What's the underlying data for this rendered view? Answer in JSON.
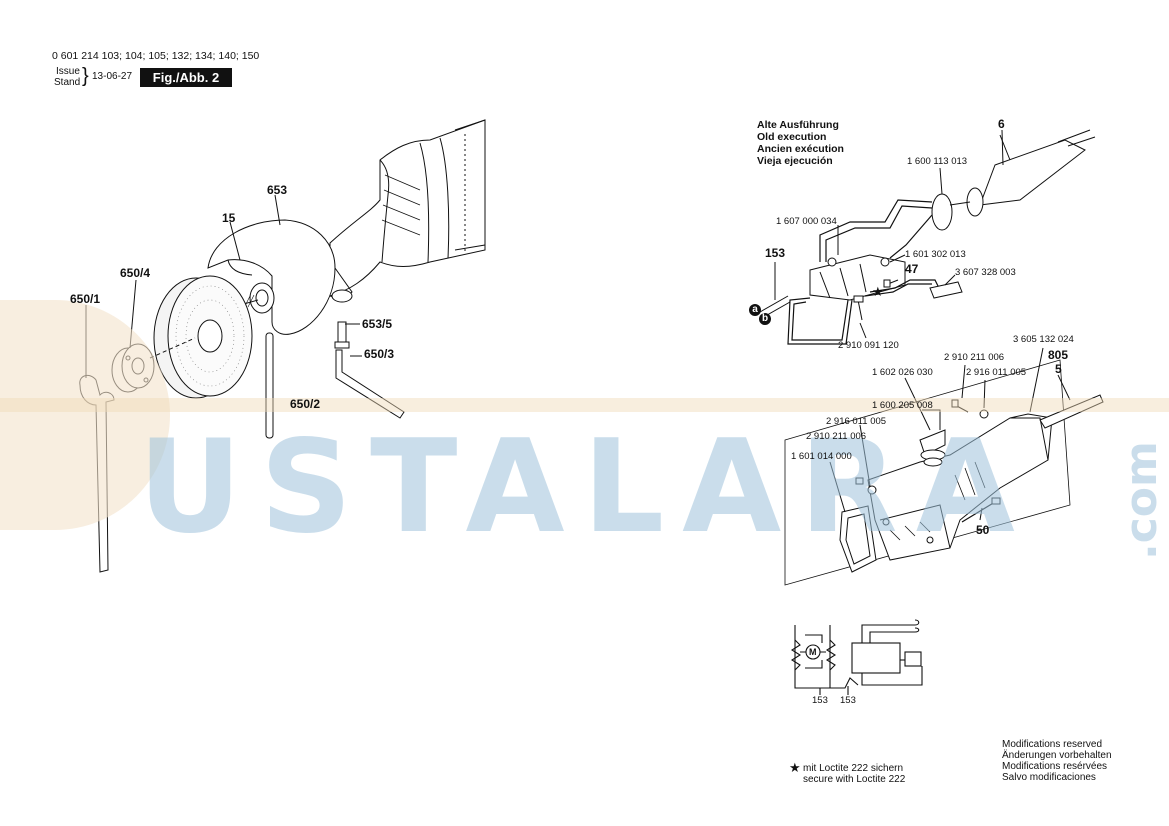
{
  "header": {
    "part_numbers": "0 601 214 103; 104; 105; 132; 134; 140; 150",
    "issue_label": "Issue",
    "stand_label": "Stand",
    "date": "13-06-27",
    "figure": "Fig./Abb. 2"
  },
  "labels": {
    "n653": "653",
    "n15": "15",
    "n650_4": "650/4",
    "n650_1": "650/1",
    "n653_5": "653/5",
    "n650_3": "650/3",
    "n650_2": "650/2",
    "n6": "6",
    "n153": "153",
    "n47": "47",
    "a": "a",
    "b": "b",
    "n805": "805",
    "n5": "5",
    "n50": "50"
  },
  "old_execution": {
    "de": "Alte Ausführung",
    "en": "Old execution",
    "fr": "Ancien exécution",
    "es": "Vieja ejecución"
  },
  "part_refs": {
    "p1600113013": "1 600 113 013",
    "p1607000034": "1 607 000 034",
    "p1601302013": "1 601 302 013",
    "p3607328003": "3 607 328 003",
    "p2910091120": "2 910 091 120",
    "p3605132024": "3 605 132 024",
    "p2910211006a": "2 910 211 006",
    "p2916011005a": "2 916 011 005",
    "p1602026030": "1 602 026 030",
    "p1600205008": "1 600 205 008",
    "p2916011005b": "2 916 011 005",
    "p2910211006b": "2 910 211 006",
    "p1601014000": "1 601 014 000"
  },
  "schematic": {
    "label_left": "153",
    "label_right": "153",
    "motor": "M"
  },
  "footnote": {
    "de": "mit Loctite 222 sichern",
    "en": "secure with Loctite 222"
  },
  "modifications": {
    "en": "Modifications reserved",
    "de": "Änderungen vorbehalten",
    "fr": "Modifications resérvées",
    "es": "Salvo modificaciones"
  },
  "watermark": {
    "brand": "USTALARA",
    "suffix": ".com"
  }
}
